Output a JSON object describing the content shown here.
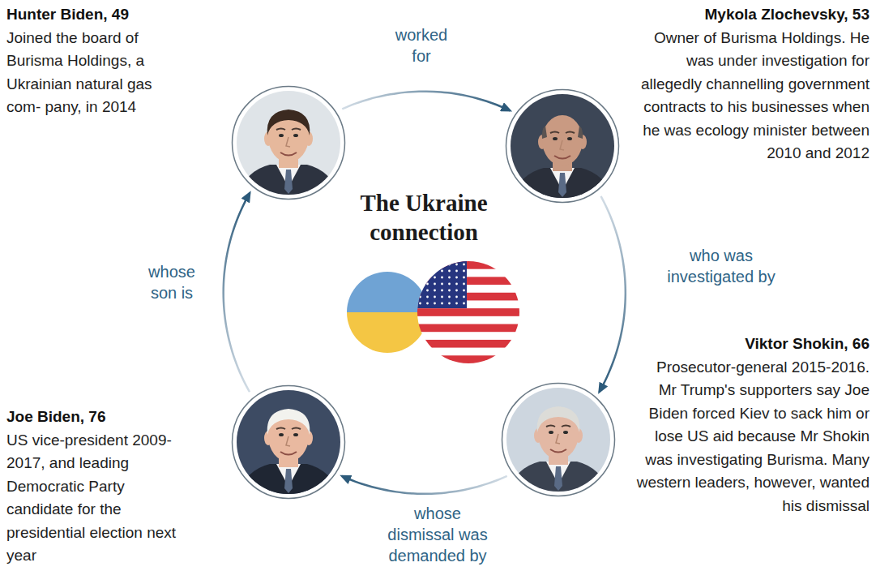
{
  "diagram": {
    "title": "The Ukraine connection",
    "nodes": [
      {
        "text": [
          "Hunter Biden, 49",
          "Joined the board of Burisma Holdings, a Ukrainian natural gas com- pany, in 2014"
        ]
      },
      {
        "text": [
          "Mykola Zlochevsky, 53",
          "Owner of Burisma Holdings. He was under investigation for allegedly channelling government contracts to his businesses when he was ecology minister between 2010 and 2012"
        ]
      },
      {
        "text": [
          "Viktor Shokin, 66",
          "Prosecutor-general 2015-2016. Mr Trump's supporters say Joe Biden forced Kiev to sack him or lose US aid because Mr Shokin was investigating Burisma. Many western leaders, however, wanted his dismissal"
        ]
      },
      {
        "text": [
          "Joe Biden, 76",
          "US vice-president 2009-2017, and leading Democratic Party candidate for the presidential election next year"
        ]
      }
    ],
    "edges": [
      {
        "from": 0,
        "to": 1,
        "label": "worked for",
        "arrow": "to"
      },
      {
        "from": 1,
        "to": 2,
        "label": "who was investigated by",
        "arrow": "to"
      },
      {
        "from": 2,
        "to": 3,
        "label": "whose dismissal was demanded by",
        "arrow": "to"
      },
      {
        "from": 3,
        "to": 0,
        "label": "whose son is",
        "arrow": "to"
      }
    ]
  }
}
